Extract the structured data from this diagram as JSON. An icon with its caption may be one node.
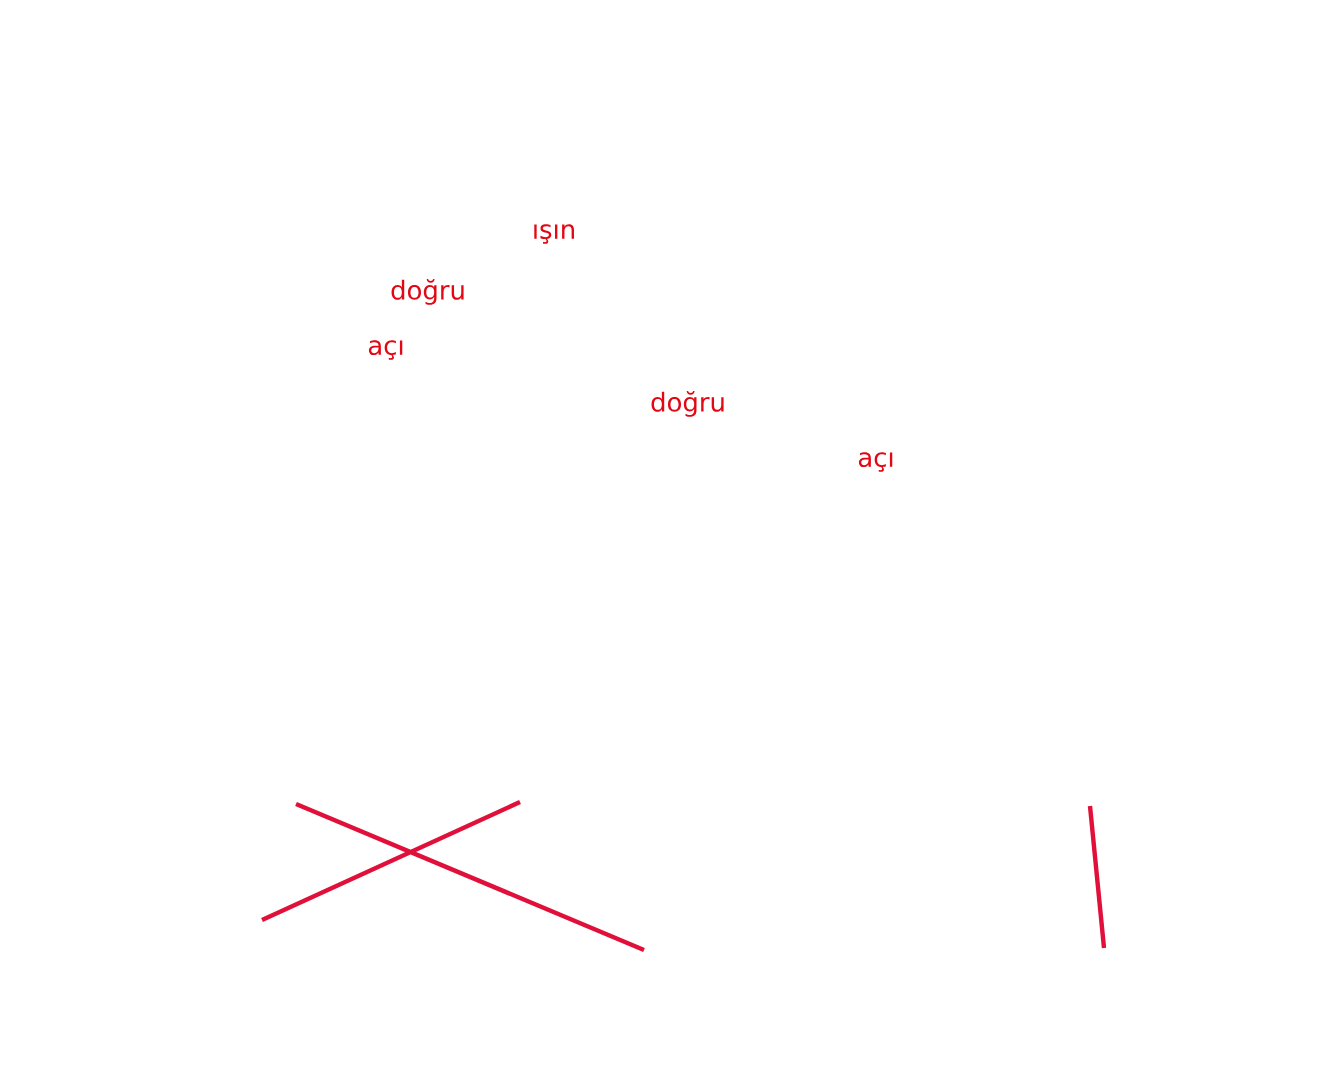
{
  "diagram": {
    "labels": [
      "ışın",
      "doğru",
      "açı",
      "doğru",
      "açı"
    ]
  }
}
